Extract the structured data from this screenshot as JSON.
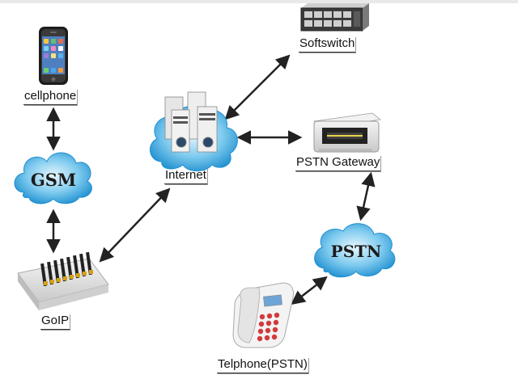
{
  "nodes": {
    "cellphone": {
      "label": "cellphone"
    },
    "gsm": {
      "label": "GSM"
    },
    "goip": {
      "label": "GoIP"
    },
    "internet": {
      "label": "Internet"
    },
    "softswitch": {
      "label": "Softswitch"
    },
    "pstn_gateway": {
      "label": "PSTN Gateway"
    },
    "pstn": {
      "label": "PSTN"
    },
    "telephone": {
      "label": "Telphone(PSTN)"
    }
  },
  "edges": [
    {
      "from": "cellphone",
      "to": "gsm"
    },
    {
      "from": "gsm",
      "to": "goip"
    },
    {
      "from": "goip",
      "to": "internet"
    },
    {
      "from": "internet",
      "to": "softswitch"
    },
    {
      "from": "internet",
      "to": "pstn_gateway"
    },
    {
      "from": "pstn_gateway",
      "to": "pstn"
    },
    {
      "from": "pstn",
      "to": "telephone"
    }
  ],
  "colors": {
    "cloud_fill": "#2b9fd9",
    "cloud_light": "#bfe6f8",
    "arrow": "#222222",
    "device_grey": "#d8d8d8"
  }
}
